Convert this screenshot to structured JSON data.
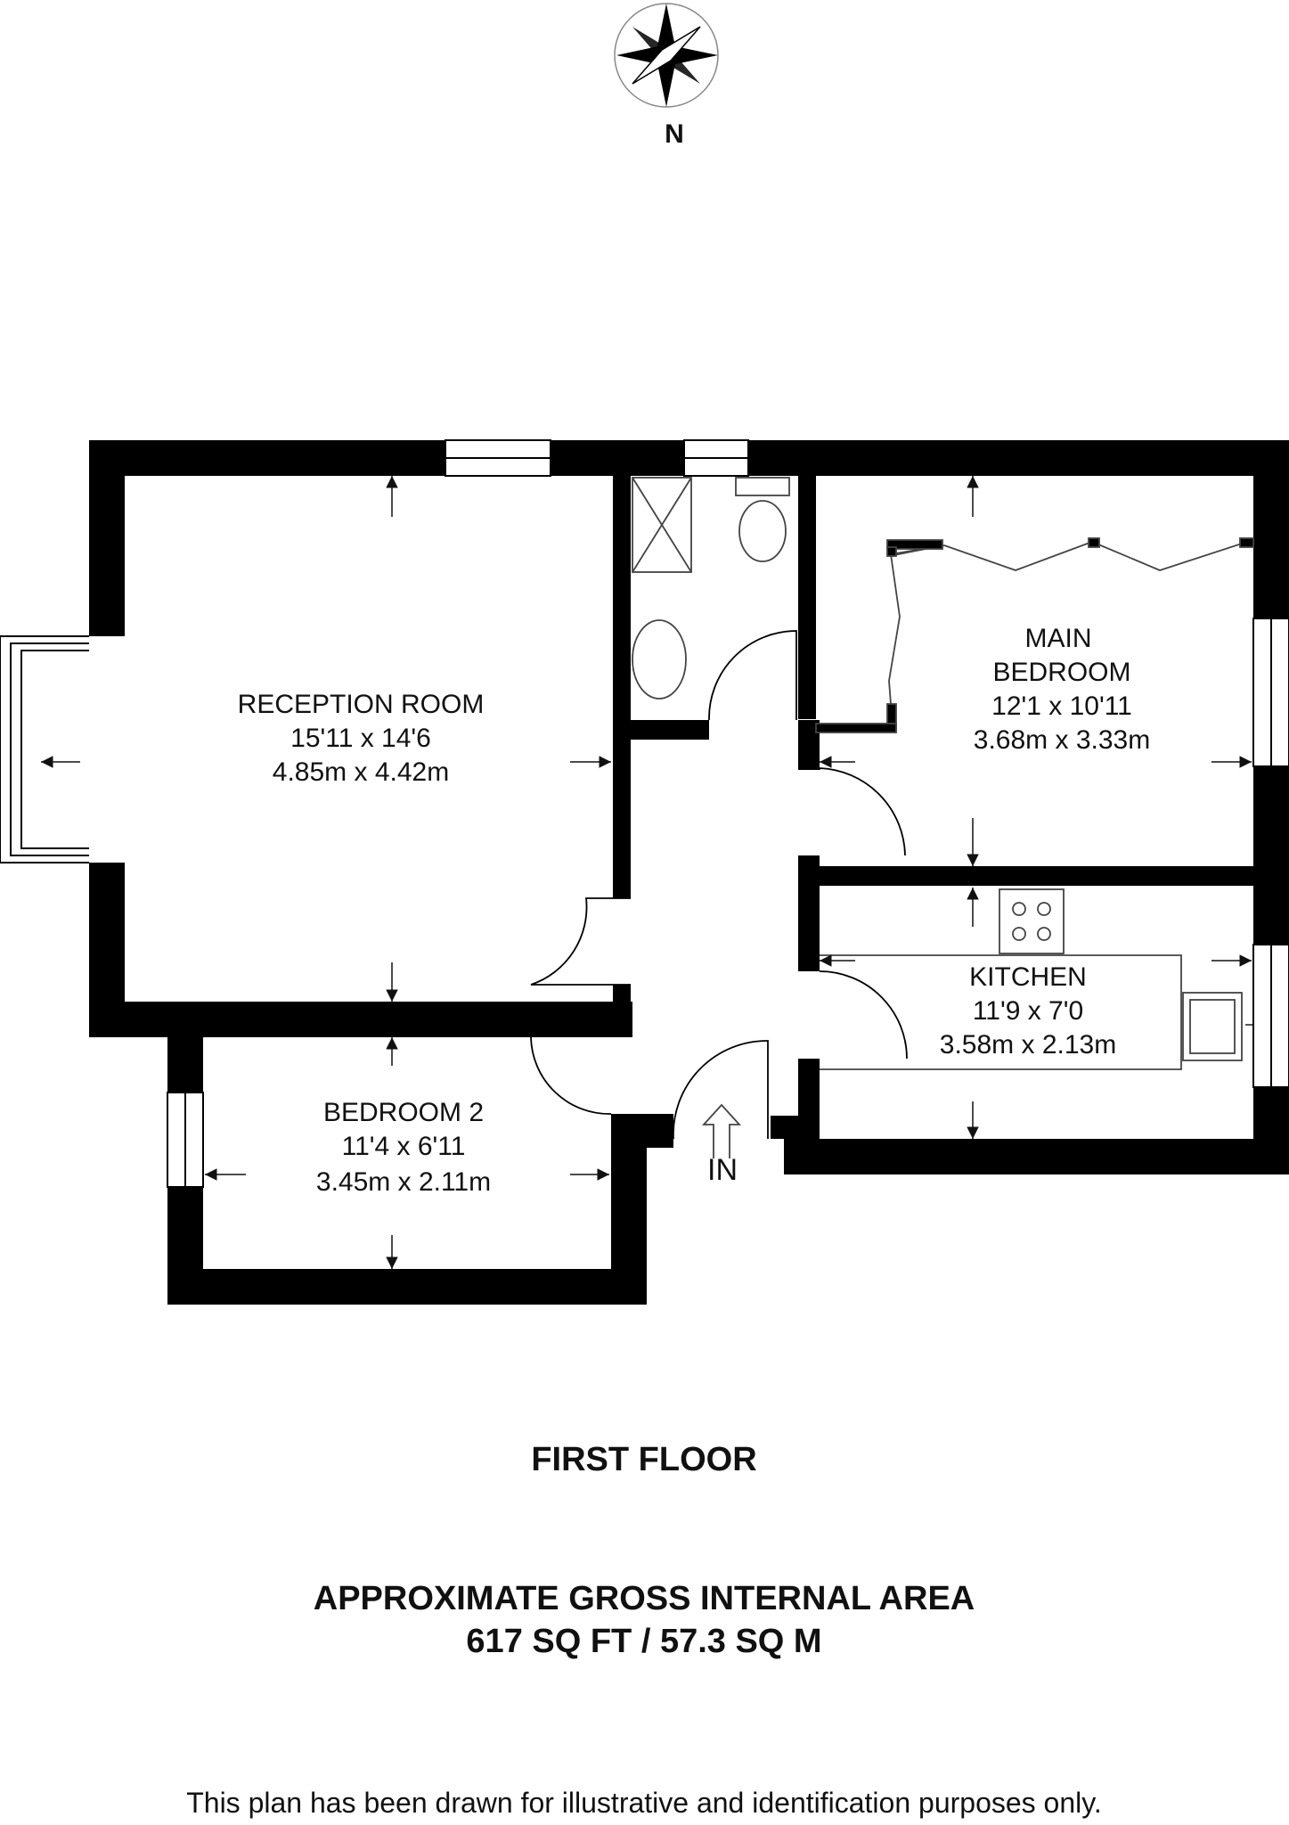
{
  "compass": {
    "label": "N"
  },
  "rooms": [
    {
      "name": "RECEPTION ROOM",
      "imperial": "15'11 x 14'6",
      "metric": "4.85m x 4.42m"
    },
    {
      "name_line1": "MAIN",
      "name_line2": "BEDROOM",
      "imperial": "12'1 x 10'11",
      "metric": "3.68m x 3.33m"
    },
    {
      "name": "KITCHEN",
      "imperial": "11'9 x 7'0",
      "metric": "3.58m x 2.13m"
    },
    {
      "name": "BEDROOM 2",
      "imperial": "11'4 x 6'11",
      "metric": "3.45m x 2.11m"
    }
  ],
  "entrance": {
    "label": "IN"
  },
  "floor": {
    "label": "FIRST FLOOR"
  },
  "area": {
    "line1": "APPROXIMATE GROSS INTERNAL AREA",
    "line2": "617 SQ FT / 57.3 SQ M"
  },
  "disclaimer": "This plan has been drawn for illustrative and identification purposes only.",
  "colors": {
    "wall": "#000000",
    "background": "#ffffff",
    "fixture": "#555555"
  }
}
